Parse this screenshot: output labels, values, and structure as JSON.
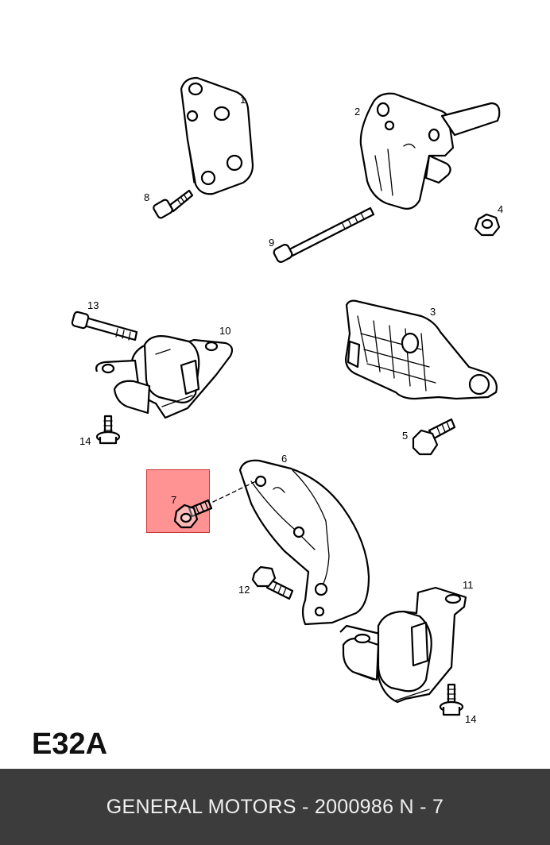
{
  "diagram": {
    "code": "E32A",
    "callouts": {
      "p1": "1",
      "p2": "2",
      "p3": "3",
      "p4": "4",
      "p5": "5",
      "p6": "6",
      "p7": "7",
      "p8": "8",
      "p9": "9",
      "p10": "10",
      "p11": "11",
      "p12": "12",
      "p13": "13",
      "p14a": "14",
      "p14b": "14"
    },
    "highlighted_part": "7",
    "highlight_color": "#ff5050"
  },
  "footer": {
    "text": "GENERAL MOTORS - 2000986   N - 7",
    "background": "#3c3c3c"
  }
}
